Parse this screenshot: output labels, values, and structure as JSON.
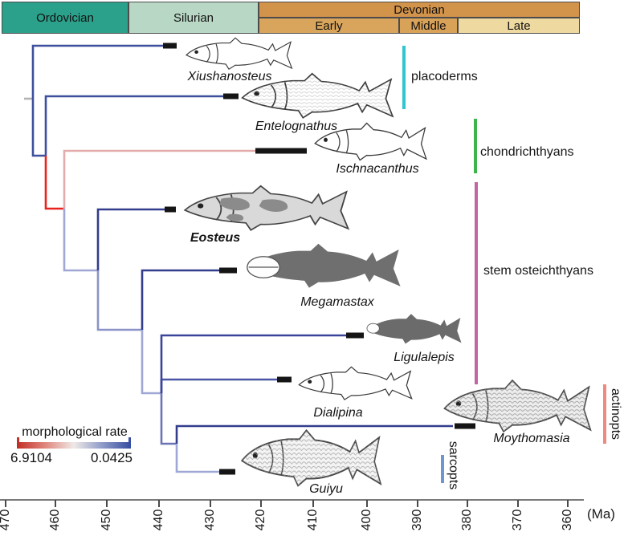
{
  "timescale": {
    "ordovician": "Ordovician",
    "silurian": "Silurian",
    "devonian": "Devonian",
    "devonian_stages": {
      "early": "Early",
      "middle": "Middle",
      "late": "Late"
    }
  },
  "tree": {
    "taxa": [
      {
        "name": "Xiushanosteus",
        "group": "placoderms"
      },
      {
        "name": "Entelognathus",
        "group": "placoderms"
      },
      {
        "name": "Ischnacanthus",
        "group": "chondrichthyans"
      },
      {
        "name": "Eosteus",
        "group": "stem osteichthyans",
        "emphasis": "bold"
      },
      {
        "name": "Megamastax",
        "group": "stem osteichthyans"
      },
      {
        "name": "Ligulalepis",
        "group": "stem osteichthyans"
      },
      {
        "name": "Dialipina",
        "group": "stem osteichthyans"
      },
      {
        "name": "Moythomasia",
        "group": "actinopts"
      },
      {
        "name": "Guiyu",
        "group": "sarcopts"
      }
    ],
    "branch_colors": {
      "high_rate_red": "#e8231e",
      "low_rate_blue": "#323d8d",
      "intermediate_pink": "#e4abab",
      "intermediate_lavender": "#9fa8d4"
    }
  },
  "clades": [
    {
      "label": "placoderms",
      "color": "#2fc6cf"
    },
    {
      "label": "chondrichthyans",
      "color": "#3cb44a"
    },
    {
      "label": "stem osteichthyans",
      "color": "#c265a7"
    },
    {
      "label": "actinopts",
      "color": "#ef8a80"
    },
    {
      "label": "sarcopts",
      "color": "#6e96d2"
    }
  ],
  "legend": {
    "title": "morphological rate",
    "max_value": "6.9104",
    "min_value": "0.0425",
    "high_color": "#c23128",
    "low_color": "#3a50a2"
  },
  "axis": {
    "ticks": [
      "470",
      "460",
      "450",
      "440",
      "430",
      "420",
      "410",
      "400",
      "390",
      "380",
      "370",
      "360"
    ],
    "unit": "(Ma)"
  }
}
